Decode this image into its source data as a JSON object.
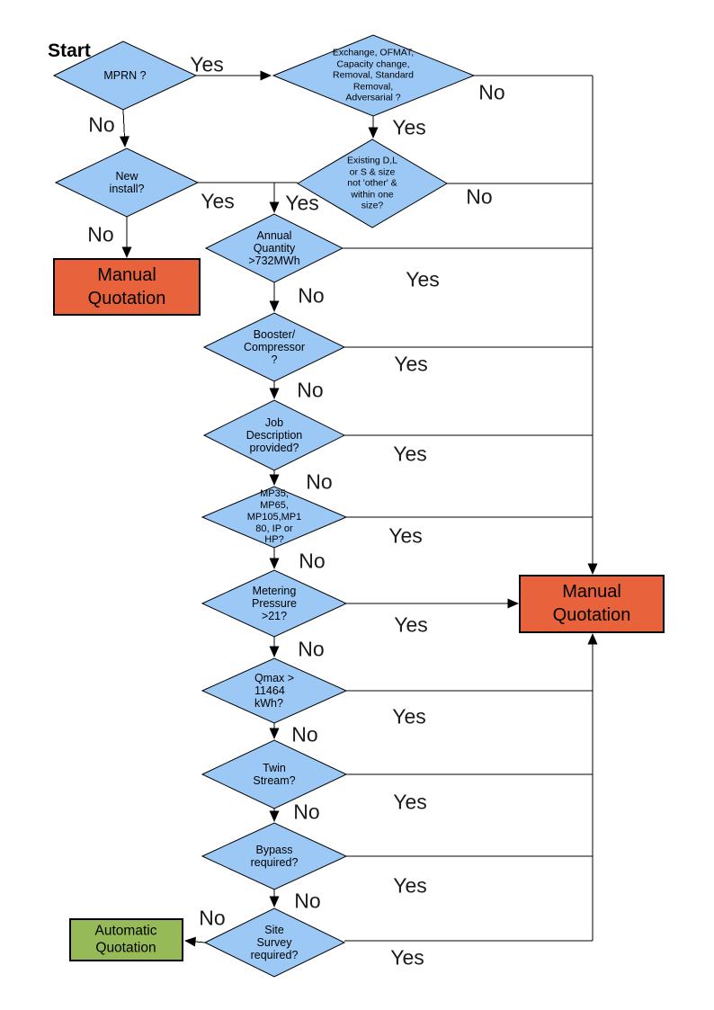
{
  "start_label": "Start",
  "colors": {
    "decision_fill": "#9BC8F5",
    "manual_quote_fill": "#E8623C",
    "auto_quote_fill": "#96BA58",
    "line": "#000000"
  },
  "branch_labels": {
    "yes": "Yes",
    "no": "No"
  },
  "decisions": {
    "mprn": "MPRN ?",
    "job_type": "Exchange, OFMAT,\nCapacity change,\nRemoval, Standard\nRemoval,\nAdversarial ?",
    "new_install": "New\ninstall?",
    "existing_size": "Existing D,L\nor S & size\nnot 'other' &\nwithin one\nsize?",
    "annual_quantity": "Annual\nQuantity\n>732MWh",
    "booster": "Booster/\nCompressor\n?",
    "job_description": "Job\nDescription\nprovided?",
    "pressure_tier": "MP35,\nMP65,\nMP105,MP1\n80, IP or\nHP?",
    "metering_pressure": "Metering\nPressure\n>21?",
    "qmax": "Qmax >\n11464\nkWh?",
    "twin_stream": "Twin\nStream?",
    "bypass": "Bypass\nrequired?",
    "site_survey": "Site\nSurvey\nrequired?"
  },
  "terminals": {
    "manual_quotation_left": "Manual\nQuotation",
    "manual_quotation_right": "Manual\nQuotation",
    "automatic_quotation": "Automatic\nQuotation"
  }
}
